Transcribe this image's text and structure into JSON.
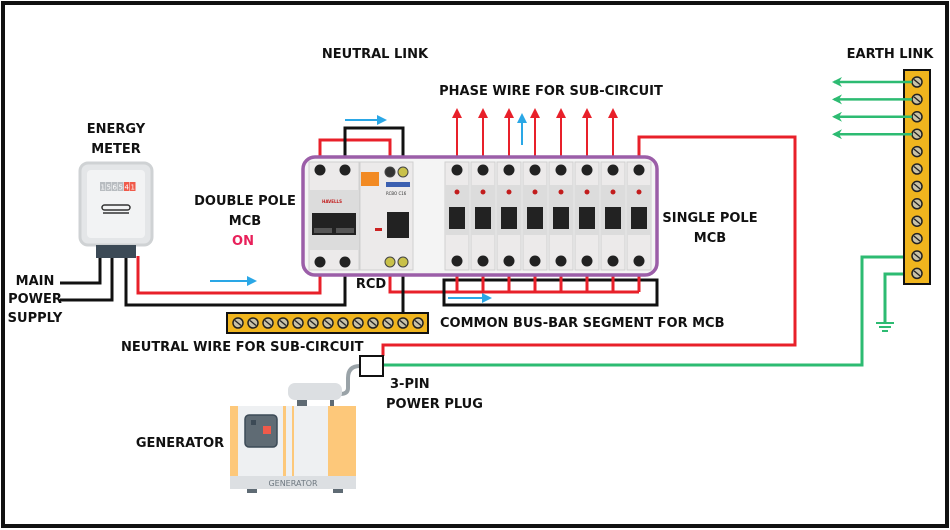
{
  "labels": {
    "neutral_link": "NEUTRAL LINK",
    "phase_wire": "PHASE WIRE FOR SUB-CIRCUIT",
    "earth_link": "EARTH LINK",
    "energy_meter_1": "ENERGY",
    "energy_meter_2": "METER",
    "double_pole_1": "DOUBLE POLE",
    "double_pole_2": "MCB",
    "on": "ON",
    "single_pole_1": "SINGLE POLE",
    "single_pole_2": "MCB",
    "rcd": "RCD",
    "main_1": "MAIN",
    "main_2": "POWER",
    "main_3": "SUPPLY",
    "bus_bar": "COMMON BUS-BAR SEGMENT FOR MCB",
    "neutral_wire": "NEUTRAL WIRE FOR SUB-CIRCUIT",
    "plug_1": "3-PIN",
    "plug_2": "POWER PLUG",
    "generator": "GENERATOR",
    "generator_plate": "GENERATOR",
    "meter_reading": "156541",
    "brand": "HAVELLS",
    "rcd_model": "RCBO C16"
  },
  "colors": {
    "phase": "#e8202a",
    "neutral": "#111111",
    "earth": "#2dbb72",
    "flow_arrow": "#2aa7e6",
    "panel_border": "#9b5ea8",
    "terminal_bar": "#f0b51e",
    "on_text": "#e8205a"
  },
  "single_pole_mcb_count": 8,
  "earth_link_terminals": 12,
  "neutral_link_terminals": 13
}
